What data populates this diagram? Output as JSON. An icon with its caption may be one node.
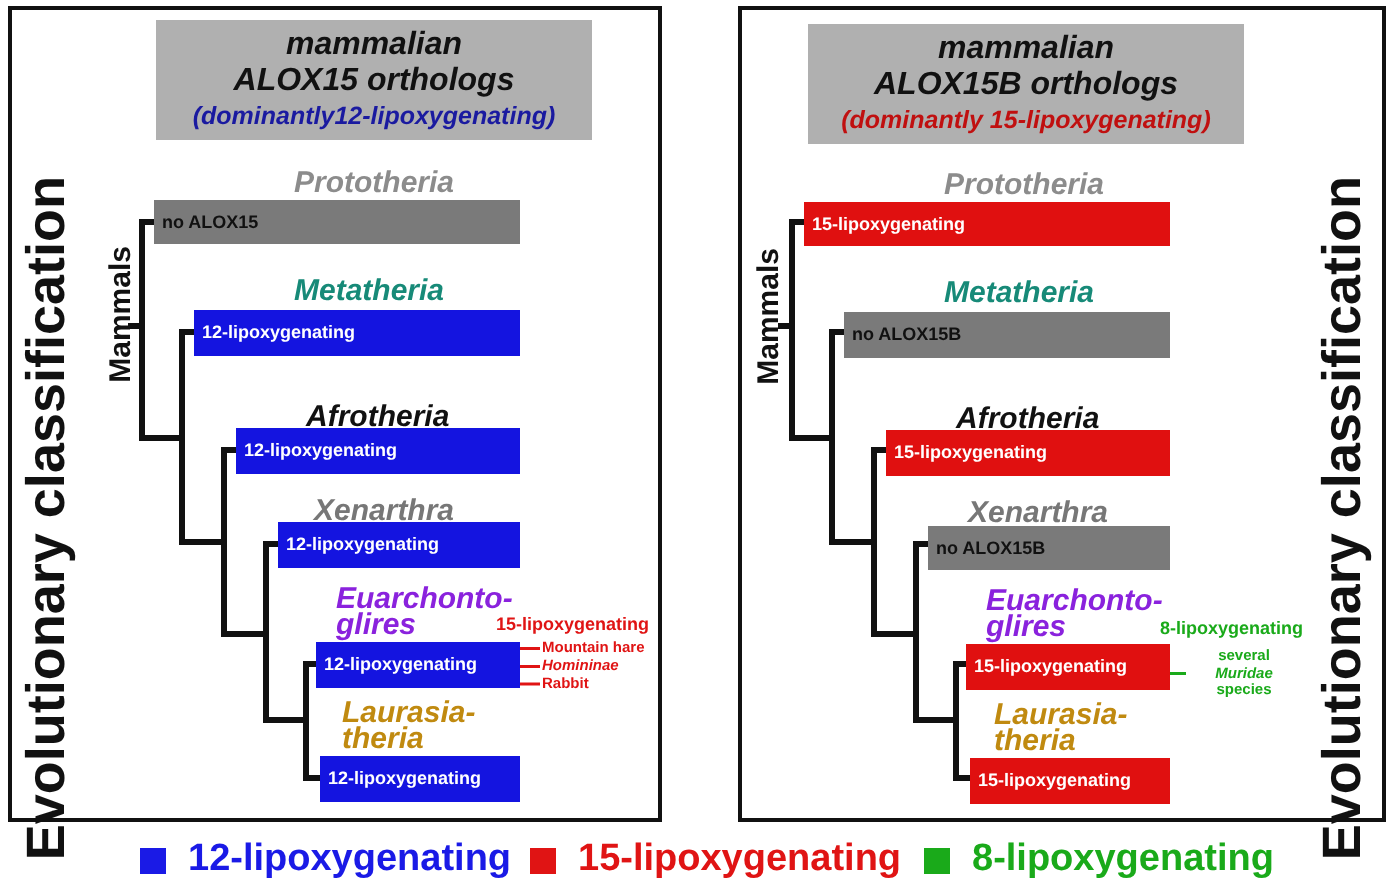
{
  "diagram": {
    "nodes": [
      {
        "text": [],
        "shape": "box"
      },
      {
        "text": [
          "mammalian ALOX15 orthologs",
          "(dominantly12-lipoxygenating)"
        ],
        "in": 0
      },
      {
        "text": [
          "Prototheria",
          "no ALOX15"
        ],
        "in": 0
      },
      {
        "text": [
          "Metatheria",
          "12-lipoxygenating"
        ],
        "in": 0
      },
      {
        "text": [
          "Afrotheria",
          "12-lipoxygenating"
        ],
        "in": 0
      },
      {
        "text": [
          "Xenarthra",
          "12-lipoxygenating"
        ],
        "in": 0
      },
      {
        "text": [
          "Euarchonto- glires",
          "12-lipoxygenating"
        ],
        "in": 0
      },
      {
        "text": [
          "Laurasia- theria",
          "12-lipoxygenating"
        ],
        "in": 0
      },
      {
        "text": [
          "Mountain hare"
        ],
        "in": 0
      },
      {
        "text": [
          "Homininae"
        ],
        "in": 0
      },
      {
        "text": [
          "Rabbit"
        ],
        "in": 0
      },
      {
        "text": [],
        "shape": "box"
      },
      {
        "text": [
          "mammalian ALOX15B orthologs",
          "(dominantly 15-lipoxygenating)"
        ],
        "in": 11
      },
      {
        "text": [
          "Prototheria",
          "15-lipoxygenating"
        ],
        "in": 11
      },
      {
        "text": [
          "Metatheria",
          "no ALOX15B"
        ],
        "in": 11
      },
      {
        "text": [
          "Afrotheria",
          "15-lipoxygenating"
        ],
        "in": 11
      },
      {
        "text": [
          "Xenarthra",
          "no ALOX15B"
        ],
        "in": 11
      },
      {
        "text": [
          "Euarchonto- glires",
          "15-lipoxygenating"
        ],
        "in": 11
      },
      {
        "text": [
          "Laurasia- theria",
          "15-lipoxygenating"
        ],
        "in": 11
      },
      {
        "text": [
          "several *Muridae* species"
        ],
        "in": 11
      }
    ],
    "edges": [
      {
        "from": 8,
        "to": 6,
        "arrow": "none",
        "color": "#e01414"
      },
      {
        "from": 9,
        "to": 6,
        "arrow": "none",
        "color": "#e01414"
      },
      {
        "from": 10,
        "to": 6,
        "arrow": "none",
        "color": "#e01414"
      },
      {
        "from": 19,
        "to": 17,
        "arrow": "none",
        "color": "#1aaa1a"
      }
    ],
    "labels": [
      "Evolutionary classification",
      "Mammals",
      "15-lipoxygenating",
      "Mammals",
      "8-lipoxygenating",
      "Evolutionary classification"
    ],
    "legend": [
      {
        "text": "12-lipoxygenating",
        "color": "#1a1ae6"
      },
      {
        "text": "15-lipoxygenating",
        "color": "#e01414"
      },
      {
        "text": "8-lipoxygenating",
        "color": "#1aaa1a"
      }
    ]
  }
}
